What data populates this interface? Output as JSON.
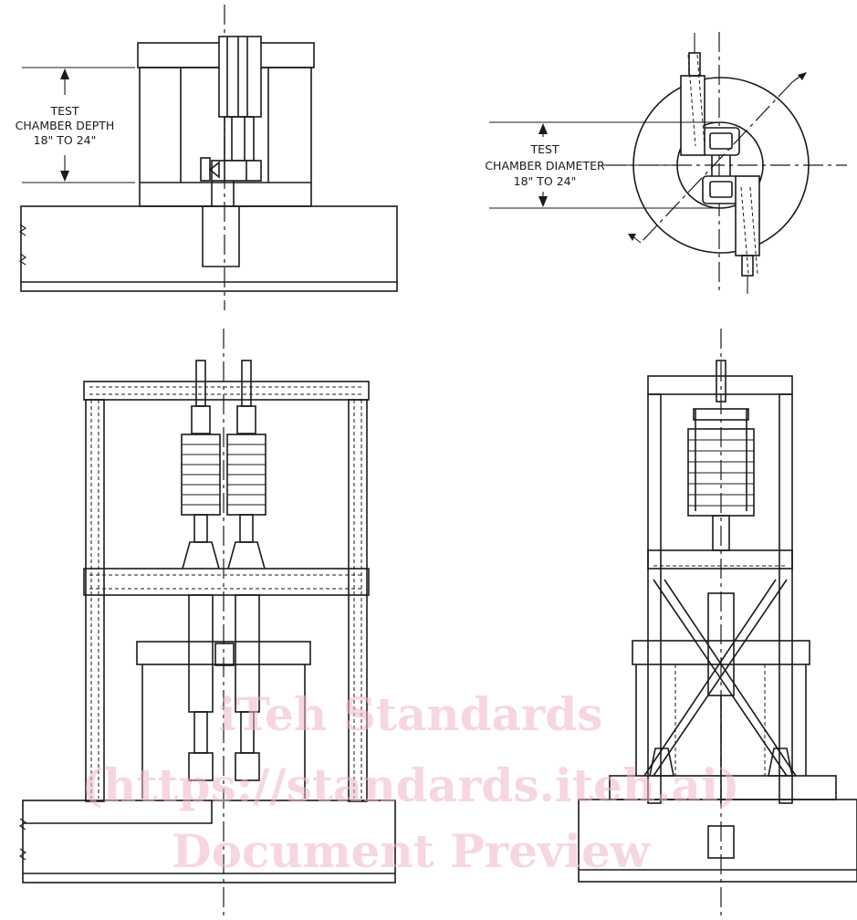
{
  "labels": {
    "depth": [
      "TEST",
      "CHAMBER DEPTH",
      "18\" TO 24\""
    ],
    "diameter": [
      "TEST",
      "CHAMBER DIAMETER",
      "18\" TO 24\""
    ]
  },
  "watermark": {
    "line1": "iTeh Standards",
    "line2": "(https://standards.iteh.ai)",
    "line3": "Document Preview"
  },
  "colors": {
    "line": "#1a1a1a",
    "watermark": "#f0b7c4",
    "background": "#ffffff"
  }
}
